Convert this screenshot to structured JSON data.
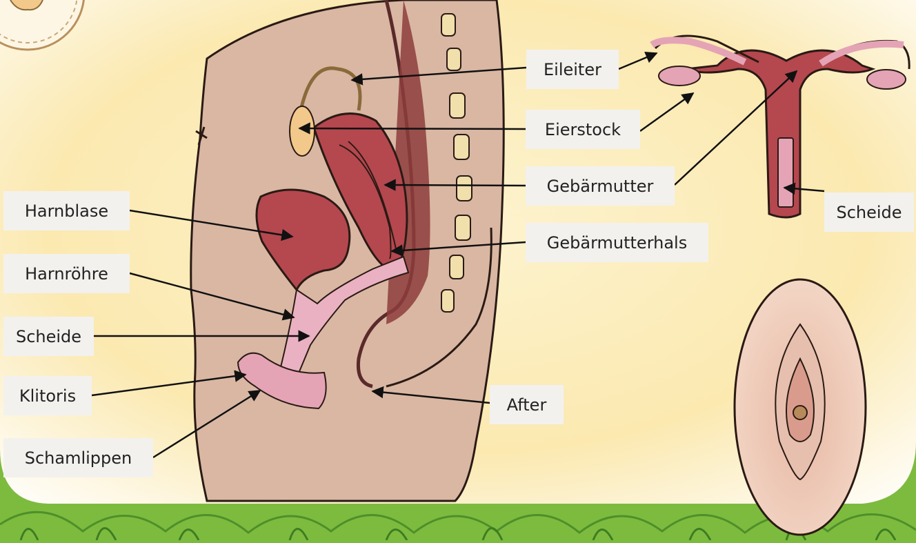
{
  "labels": {
    "harnblase": "Harnblase",
    "harnroehre": "Harnröhre",
    "scheide_left": "Scheide",
    "klitoris": "Klitoris",
    "schamlippen": "Schamlippen",
    "eileiter": "Eileiter",
    "eierstock": "Eierstock",
    "gebaermutter": "Gebärmutter",
    "gebaermutterhals": "Gebärmutterhals",
    "after": "After",
    "scheide_right": "Scheide"
  },
  "colors": {
    "background_paper": "#fbf0c8",
    "grass": "#7dbb3f",
    "skin": "#d9b7a3",
    "organ_red": "#b5474f",
    "urethra_pink": "#eab1c2",
    "spine": "#f1dfac",
    "label_box": "#f3f1ee"
  }
}
